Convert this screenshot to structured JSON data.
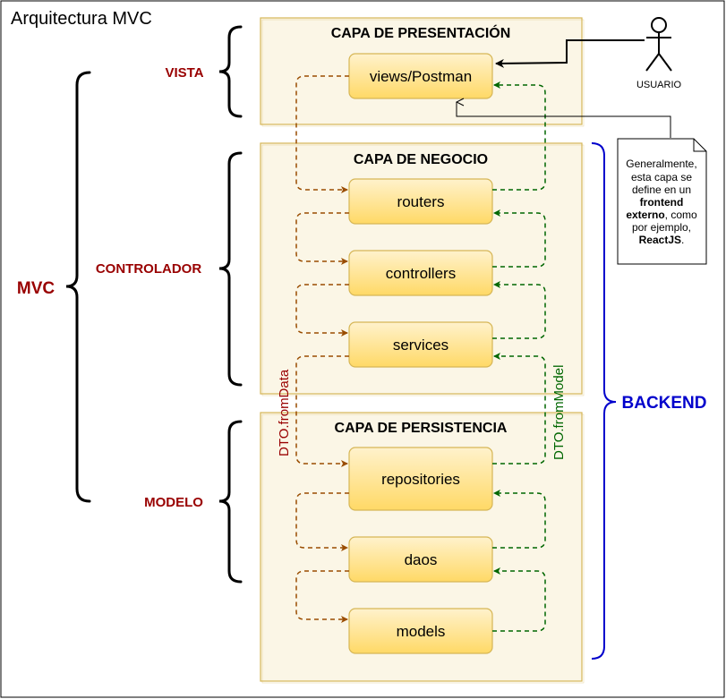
{
  "title": "Arquitectura MVC",
  "colors": {
    "border": "#000000",
    "layer_fill": "#fbf6e6",
    "layer_stroke": "#d6b656",
    "box_stroke": "#d6b656",
    "box_top": "#fff2cc",
    "box_bottom": "#ffd966",
    "label_red": "#990000",
    "backend_blue": "#0000cc",
    "arrow_orange": "#994c00",
    "arrow_green": "#006600"
  },
  "layers": {
    "presentation": "CAPA DE PRESENTACIÓN",
    "business": "CAPA DE NEGOCIO",
    "persistence": "CAPA DE PERSISTENCIA"
  },
  "components": {
    "views": "views/Postman",
    "routers": "routers",
    "controllers": "controllers",
    "services": "services",
    "repositories": "repositories",
    "daos": "daos",
    "models": "models"
  },
  "mvc": {
    "root": "MVC",
    "vista": "VISTA",
    "controlador": "CONTROLADOR",
    "modelo": "MODELO"
  },
  "backend_label": "BACKEND",
  "user_label": "USUARIO",
  "dto_from_data": "DTO.fromData",
  "dto_from_model": "DTO.fromModel",
  "note": {
    "line1": "Generalmente,",
    "line2": "esta capa se",
    "line3": "define en un",
    "line4": "frontend",
    "line5_bold": "externo",
    "line5_rest": ", como",
    "line6": "por ejemplo,",
    "line7": "ReactJS",
    "line7_rest": "."
  }
}
